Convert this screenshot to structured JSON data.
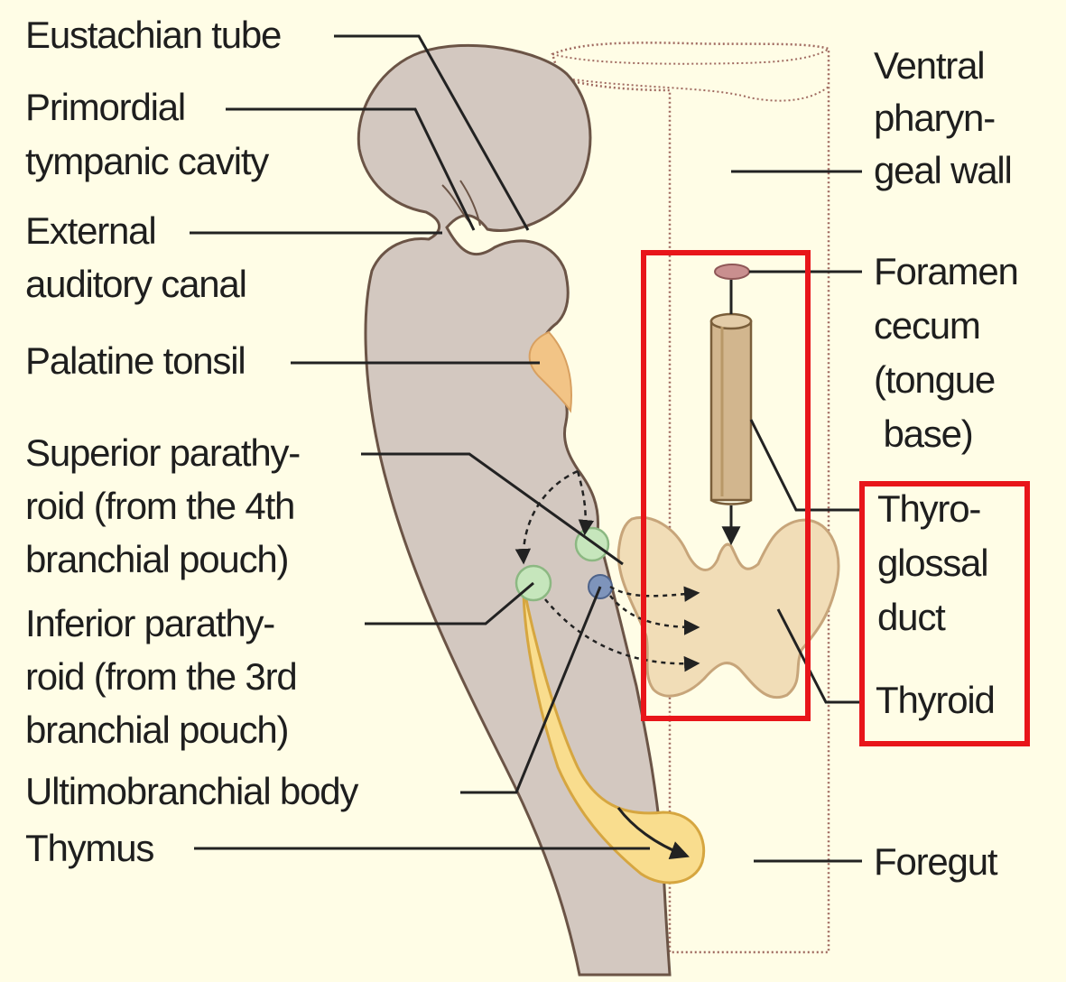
{
  "labels": {
    "eustachian_tube": "Eustachian tube",
    "primordial_tympanic_1": "Primordial",
    "primordial_tympanic_2": "tympanic cavity",
    "external_auditory_1": "External",
    "external_auditory_2": "auditory canal",
    "palatine_tonsil": "Palatine tonsil",
    "superior_parathyroid_1": "Superior parathy-",
    "superior_parathyroid_2": "roid (from the 4th",
    "superior_parathyroid_3": "branchial pouch)",
    "inferior_parathyroid_1": "Inferior parathy-",
    "inferior_parathyroid_2": "roid (from the 3rd",
    "inferior_parathyroid_3": "branchial pouch)",
    "ultimobranchial_body": "Ultimobranchial body",
    "thymus": "Thymus",
    "ventral_pharyngeal_1": "Ventral",
    "ventral_pharyngeal_2": "pharyn-",
    "ventral_pharyngeal_3": "geal wall",
    "foramen_cecum_1": "Foramen",
    "foramen_cecum_2": "cecum",
    "foramen_cecum_3": "(tongue",
    "foramen_cecum_4": " base)",
    "thyroglossal_1": "Thyro-",
    "thyroglossal_2": "glossal",
    "thyroglossal_3": "duct",
    "thyroid": "Thyroid",
    "foregut": "Foregut"
  },
  "colors": {
    "background": "#fffde6",
    "pharynx_fill": "#d3c8c0",
    "outline": "#6b5446",
    "ventral_wall_outline": "#a06a60",
    "tonsil": "#f2c486",
    "thymus": "#f9dd8e",
    "thyroid": "#f1ddb7",
    "duct": "#d2b68e",
    "parathyroid_green": "#c6e6bc",
    "ultimobranchial_blue": "#7e94bb",
    "foramen_cecum": "#c98f8f",
    "highlight_box": "#e8151a",
    "leader_line": "#222222"
  }
}
